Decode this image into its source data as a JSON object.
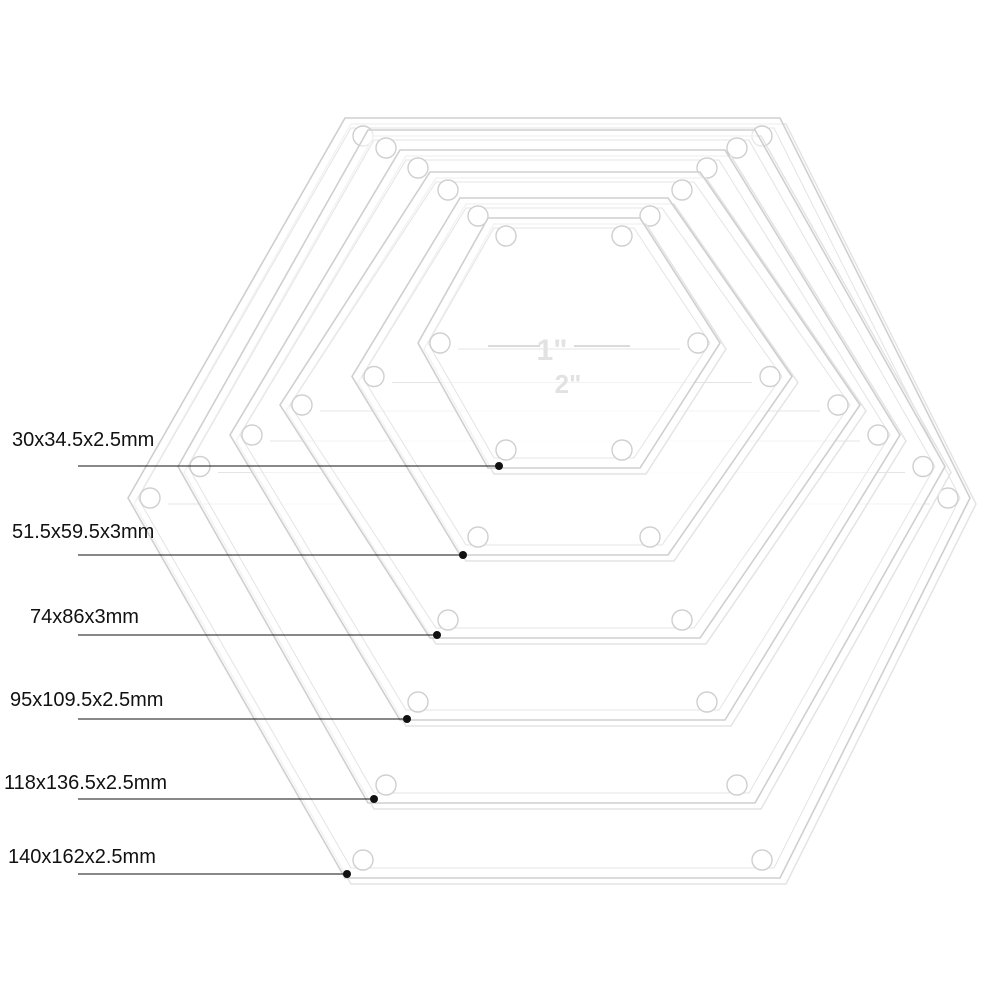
{
  "templates": [
    {
      "label": "30x34.5x2.5mm"
    },
    {
      "label": "51.5x59.5x3mm"
    },
    {
      "label": "74x86x3mm"
    },
    {
      "label": "95x109.5x2.5mm"
    },
    {
      "label": "118x136.5x2.5mm"
    },
    {
      "label": "140x162x2.5mm"
    }
  ],
  "center_marks": {
    "inner": "1\"",
    "outer": "2\""
  },
  "colors": {
    "edge": "#cfcfcf",
    "edge_light": "#e4e4e4",
    "pointer": "#111111",
    "label": "#111111",
    "background": "#ffffff"
  }
}
